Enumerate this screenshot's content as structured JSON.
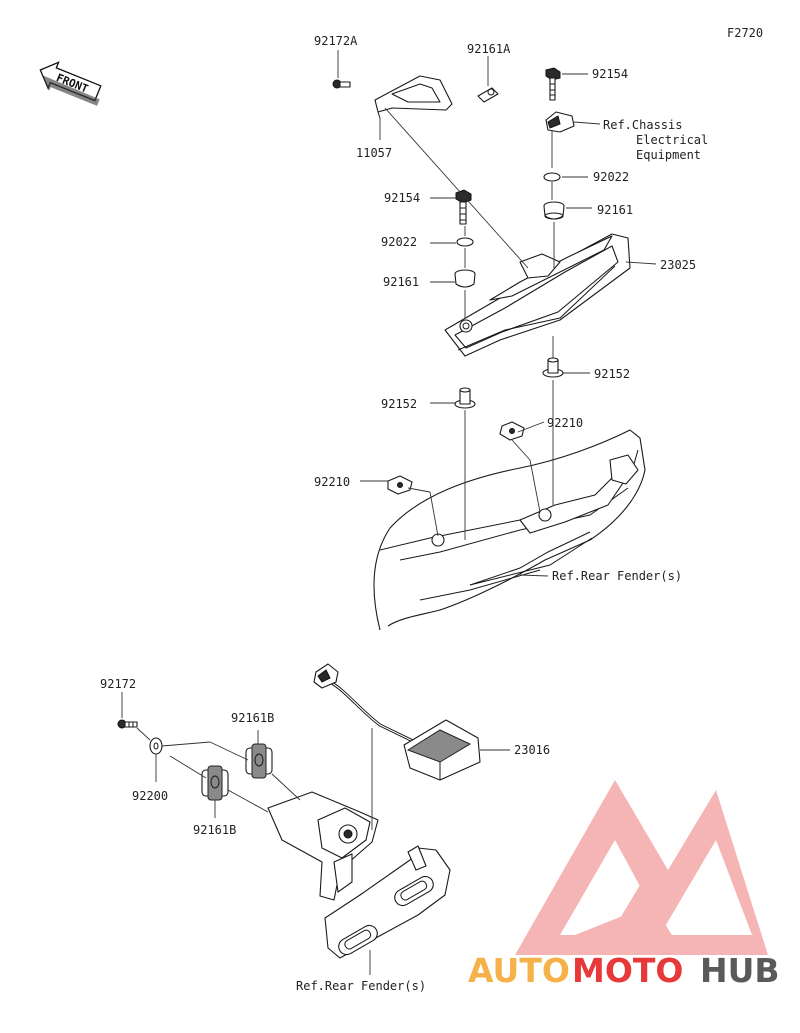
{
  "figure_code": "F2720",
  "front_label": "FRONT",
  "parts": {
    "p92172A": "92172A",
    "p92161A": "92161A",
    "p11057": "11057",
    "p92154_top": "92154",
    "ref_chassis_1": "Ref.Chassis",
    "ref_chassis_2": "Electrical",
    "ref_chassis_3": "Equipment",
    "p92022_top": "92022",
    "p92161_top": "92161",
    "p92154_mid": "92154",
    "p92022_mid": "92022",
    "p92161_mid": "92161",
    "p23025": "23025",
    "p92152_right": "92152",
    "p92152_left": "92152",
    "p92210_right": "92210",
    "p92210_left": "92210",
    "ref_rear_fender_top": "Ref.Rear Fender(s)",
    "p92172": "92172",
    "p92161B_top": "92161B",
    "p92200": "92200",
    "p92161B_bottom": "92161B",
    "p23016": "23016",
    "ref_rear_fender_bottom": "Ref.Rear Fender(s)"
  },
  "watermark": {
    "auto": "AUTO",
    "moto": "MOTO",
    "hub": "HUB",
    "color_red": "#e8393a",
    "color_orange": "#f6b24a",
    "color_grey": "#5a5a5a"
  }
}
